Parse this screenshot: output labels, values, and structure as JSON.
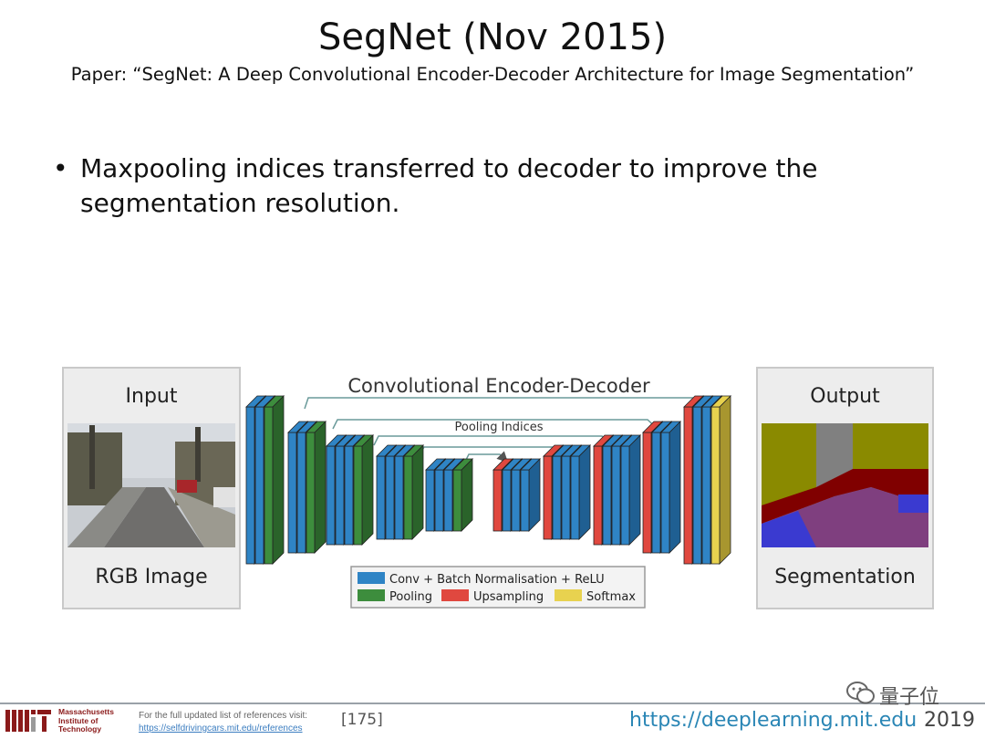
{
  "slide": {
    "title": "SegNet (Nov 2015)",
    "subtitle": "Paper: “SegNet: A Deep Convolutional Encoder-Decoder Architecture for Image Segmentation”",
    "bullet": "Maxpooling indices transferred to decoder to improve the segmentation resolution."
  },
  "diagram": {
    "input_title": "Input",
    "input_caption": "RGB Image",
    "output_title": "Output",
    "output_caption": "Segmentation",
    "network_label": "Convolutional Encoder-Decoder",
    "skip_label": "Pooling Indices",
    "legend": [
      {
        "label": "Conv + Batch Normalisation + ReLU",
        "color": "#2f84c5"
      },
      {
        "label": "Pooling",
        "color": "#3d8d3d"
      },
      {
        "label": "Upsampling",
        "color": "#e0483f"
      },
      {
        "label": "Softmax",
        "color": "#e8d24f"
      }
    ]
  },
  "footer": {
    "institute": [
      "Massachusetts",
      "Institute of",
      "Technology"
    ],
    "refs_note": "For the full updated list of references visit:",
    "refs_link": "https://selfdrivingcars.mit.edu/references",
    "ref_number": "[175]",
    "url": "https://deeplearning.mit.edu",
    "year": "2019",
    "watermark": "量子位"
  }
}
